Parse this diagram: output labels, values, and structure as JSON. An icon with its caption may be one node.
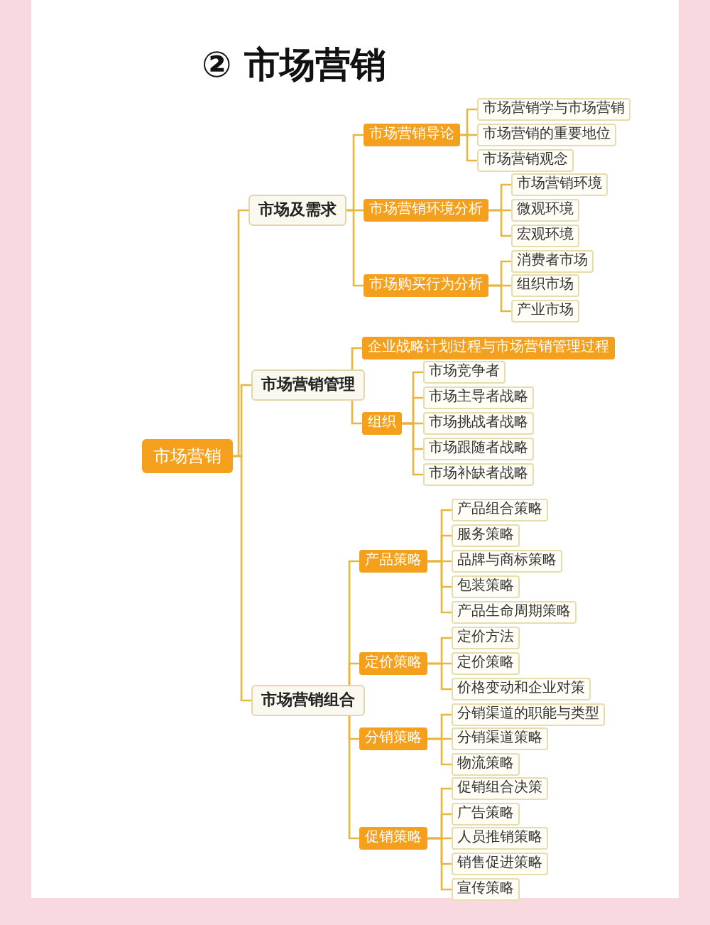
{
  "diagram": {
    "title": "② 市场营销",
    "nodes": [
      {
        "text": [
          "市场营销"
        ]
      },
      {
        "text": [
          "市场及需求"
        ]
      },
      {
        "text": [
          "市场营销导论"
        ]
      },
      {
        "text": [
          "市场营销学与市场营销"
        ]
      },
      {
        "text": [
          "市场营销的重要地位"
        ]
      },
      {
        "text": [
          "市场营销观念"
        ]
      },
      {
        "text": [
          "市场营销环境分析"
        ]
      },
      {
        "text": [
          "市场营销环境"
        ]
      },
      {
        "text": [
          "微观环境"
        ]
      },
      {
        "text": [
          "宏观环境"
        ]
      },
      {
        "text": [
          "市场购买行为分析"
        ]
      },
      {
        "text": [
          "消费者市场"
        ]
      },
      {
        "text": [
          "组织市场"
        ]
      },
      {
        "text": [
          "产业市场"
        ]
      },
      {
        "text": [
          "市场营销管理"
        ]
      },
      {
        "text": [
          "企业战略计划过程与市场营销管理过程"
        ]
      },
      {
        "text": [
          "组织"
        ]
      },
      {
        "text": [
          "市场竞争者"
        ]
      },
      {
        "text": [
          "市场主导者战略"
        ]
      },
      {
        "text": [
          "市场挑战者战略"
        ]
      },
      {
        "text": [
          "市场跟随者战略"
        ]
      },
      {
        "text": [
          "市场补缺者战略"
        ]
      },
      {
        "text": [
          "市场营销组合"
        ]
      },
      {
        "text": [
          "产品策略"
        ]
      },
      {
        "text": [
          "产品组合策略"
        ]
      },
      {
        "text": [
          "服务策略"
        ]
      },
      {
        "text": [
          "品牌与商标策略"
        ]
      },
      {
        "text": [
          "包装策略"
        ]
      },
      {
        "text": [
          "产品生命周期策略"
        ]
      },
      {
        "text": [
          "定价策略"
        ]
      },
      {
        "text": [
          "定价方法"
        ]
      },
      {
        "text": [
          "定价策略"
        ]
      },
      {
        "text": [
          "价格变动和企业对策"
        ]
      },
      {
        "text": [
          "分销策略"
        ]
      },
      {
        "text": [
          "分销渠道的职能与类型"
        ]
      },
      {
        "text": [
          "分销渠道策略"
        ]
      },
      {
        "text": [
          "物流策略"
        ]
      },
      {
        "text": [
          "促销策略"
        ]
      },
      {
        "text": [
          "促销组合决策"
        ]
      },
      {
        "text": [
          "广告策略"
        ]
      },
      {
        "text": [
          "人员推销策略"
        ]
      },
      {
        "text": [
          "销售促进策略"
        ]
      },
      {
        "text": [
          "宣传策略"
        ]
      }
    ],
    "edges": [
      {
        "from": 0,
        "to": 1,
        "arrow": "none"
      },
      {
        "from": 1,
        "to": 2,
        "arrow": "none"
      },
      {
        "from": 2,
        "to": 3,
        "arrow": "none"
      },
      {
        "from": 2,
        "to": 4,
        "arrow": "none"
      },
      {
        "from": 2,
        "to": 5,
        "arrow": "none"
      },
      {
        "from": 1,
        "to": 6,
        "arrow": "none"
      },
      {
        "from": 6,
        "to": 7,
        "arrow": "none"
      },
      {
        "from": 6,
        "to": 8,
        "arrow": "none"
      },
      {
        "from": 6,
        "to": 9,
        "arrow": "none"
      },
      {
        "from": 1,
        "to": 10,
        "arrow": "none"
      },
      {
        "from": 10,
        "to": 11,
        "arrow": "none"
      },
      {
        "from": 10,
        "to": 12,
        "arrow": "none"
      },
      {
        "from": 10,
        "to": 13,
        "arrow": "none"
      },
      {
        "from": 0,
        "to": 14,
        "arrow": "none"
      },
      {
        "from": 14,
        "to": 15,
        "arrow": "none"
      },
      {
        "from": 14,
        "to": 16,
        "arrow": "none"
      },
      {
        "from": 16,
        "to": 17,
        "arrow": "none"
      },
      {
        "from": 16,
        "to": 18,
        "arrow": "none"
      },
      {
        "from": 16,
        "to": 19,
        "arrow": "none"
      },
      {
        "from": 16,
        "to": 20,
        "arrow": "none"
      },
      {
        "from": 16,
        "to": 21,
        "arrow": "none"
      },
      {
        "from": 0,
        "to": 22,
        "arrow": "none"
      },
      {
        "from": 22,
        "to": 23,
        "arrow": "none"
      },
      {
        "from": 23,
        "to": 24,
        "arrow": "none"
      },
      {
        "from": 23,
        "to": 25,
        "arrow": "none"
      },
      {
        "from": 23,
        "to": 26,
        "arrow": "none"
      },
      {
        "from": 23,
        "to": 27,
        "arrow": "none"
      },
      {
        "from": 23,
        "to": 28,
        "arrow": "none"
      },
      {
        "from": 22,
        "to": 29,
        "arrow": "none"
      },
      {
        "from": 29,
        "to": 30,
        "arrow": "none"
      },
      {
        "from": 29,
        "to": 31,
        "arrow": "none"
      },
      {
        "from": 29,
        "to": 32,
        "arrow": "none"
      },
      {
        "from": 22,
        "to": 33,
        "arrow": "none"
      },
      {
        "from": 33,
        "to": 34,
        "arrow": "none"
      },
      {
        "from": 33,
        "to": 35,
        "arrow": "none"
      },
      {
        "from": 33,
        "to": 36,
        "arrow": "none"
      },
      {
        "from": 22,
        "to": 37,
        "arrow": "none"
      },
      {
        "from": 37,
        "to": 38,
        "arrow": "none"
      },
      {
        "from": 37,
        "to": 39,
        "arrow": "none"
      },
      {
        "from": 37,
        "to": 40,
        "arrow": "none"
      },
      {
        "from": 37,
        "to": 41,
        "arrow": "none"
      },
      {
        "from": 37,
        "to": 42,
        "arrow": "none"
      }
    ]
  }
}
